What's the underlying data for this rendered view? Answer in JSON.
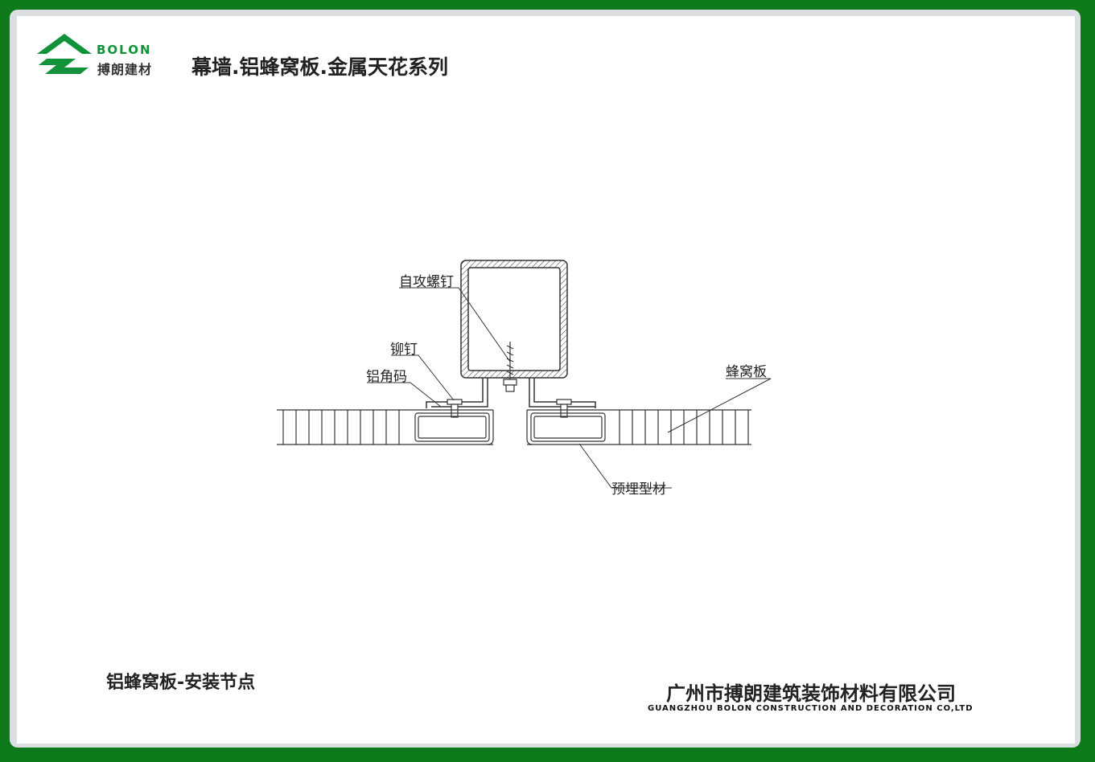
{
  "header": {
    "logo_en": "BOLON",
    "logo_cn": "搏朗建材",
    "title": "幕墙.铝蜂窝板.金属天花系列"
  },
  "diagram": {
    "labels": {
      "screw": "自攻螺钉",
      "rivet": "铆钉",
      "angle": "铝角码",
      "panel": "蜂窝板",
      "embedded": "预埋型材"
    }
  },
  "caption": "铝蜂窝板-安装节点",
  "footer": {
    "company_cn": "广州市搏朗建筑装饰材料有限公司",
    "company_en": "GUANGZHOU BOLON CONSTRUCTION AND DECORATION CO,LTD"
  },
  "colors": {
    "border": "#0e7a1c",
    "brand": "#12933a"
  }
}
